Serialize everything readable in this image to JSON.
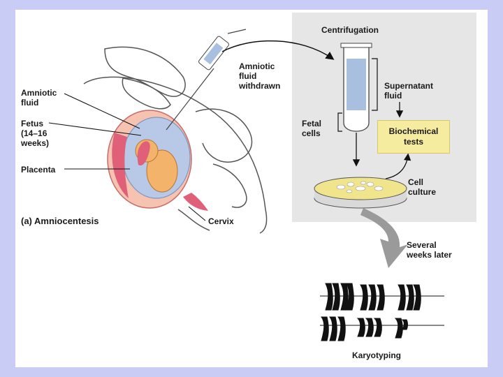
{
  "diagram": {
    "caption": "(a) Amniocentesis",
    "left_labels": {
      "amniotic_fluid": "Amniotic\nfluid",
      "fetus": "Fetus\n(14–16\nweeks)",
      "placenta": "Placenta",
      "cervix": "Cervix",
      "withdrawn": "Amniotic\nfluid\nwithdrawn"
    },
    "right_labels": {
      "centrifugation": "Centrifugation",
      "supernatant": "Supernatant\nfluid",
      "fetal_cells": "Fetal\ncells",
      "biochemical": "Biochemical\ntests",
      "cell_culture": "Cell\nculture",
      "several_weeks": "Several\nweeks later",
      "karyotyping": "Karyotyping"
    }
  },
  "colors": {
    "background": "#c9cdf5",
    "panel": "#e6e6e6",
    "amniotic": "#b7c9e6",
    "placenta": "#e0607a",
    "skin": "#f3c69a",
    "fetus": "#f4b36b",
    "box": "#f6eca0",
    "culture": "#f0e58c"
  }
}
